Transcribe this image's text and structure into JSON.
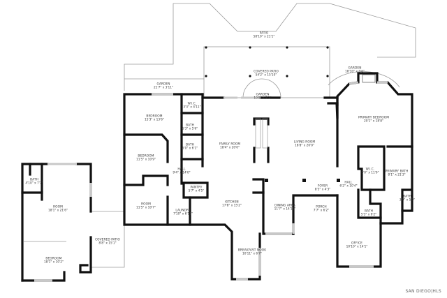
{
  "rooms": {
    "patio": {
      "name": "PATIO",
      "dims": "58'10\" x 21'1\""
    },
    "covered_patio_top": {
      "name": "COVERED PATIO",
      "dims": "54'2\" x 15'10\""
    },
    "garden_left": {
      "name": "GARDEN",
      "dims": "21'7\" x 3'11\""
    },
    "garden_center": {
      "name": "GARDEN",
      "dims": "10'8\" x 5'1\""
    },
    "garden_right": {
      "name": "GARDEN",
      "dims": "18'10\" x 5'6\""
    },
    "wic_left": {
      "name": "W.I.C.",
      "dims": "3'3\" x 4'11\""
    },
    "bedroom_1": {
      "name": "BEDROOM",
      "dims": "15'3\" x 13'6\""
    },
    "bath_1": {
      "name": "BATH",
      "dims": "5'3\" x 5'6\""
    },
    "bath_2": {
      "name": "BATH",
      "dims": "5'0\" x 6'1\""
    },
    "bedroom_2": {
      "name": "BEDROOM",
      "dims": "11'5\" x 10'9\""
    },
    "hall_left": {
      "name": "HALL",
      "dims": "9'4\" x 14'0\""
    },
    "family_room": {
      "name": "FAMILY ROOM",
      "dims": "18'4\" x 20'0\""
    },
    "living_room": {
      "name": "LIVING ROOM",
      "dims": "18'8\" x 20'0\""
    },
    "pantry": {
      "name": "PANTRY",
      "dims": "5'7\" x 4'5\""
    },
    "room_1": {
      "name": "ROOM",
      "dims": "11'5\" x 10'7\""
    },
    "laundry": {
      "name": "LAUNDRY",
      "dims": "7'10\" x 6'11\""
    },
    "kitchen": {
      "name": "KITCHEN",
      "dims": "17'8\" x 15'2\""
    },
    "dining_area": {
      "name": "DINING AREA",
      "dims": "11'7\" x 14'10\""
    },
    "foyer": {
      "name": "FOYER",
      "dims": "8'3\" x 4'3\""
    },
    "porch": {
      "name": "PORCH",
      "dims": "7'7\" x 6'2\""
    },
    "breakfast_nook": {
      "name": "BREAKFAST NOOK",
      "dims": "10'11\" x 6'7\""
    },
    "primary_bedroom": {
      "name": "PRIMARY BEDROOM",
      "dims": "20'1\" x 18'8\""
    },
    "wic_right": {
      "name": "W.I.C.",
      "dims": "6'0\" x 11'9\""
    },
    "primary_bath": {
      "name": "PRIMARY BATH",
      "dims": "8'1\" x 21'3\""
    },
    "hall_right": {
      "name": "HALL",
      "dims": "6'2\" x 10'4\""
    },
    "bath_3": {
      "name": "BATH",
      "dims": "5'3\" x 9'2\""
    },
    "bath_4": {
      "name": "BATH",
      "dims": "3'0\" x 5'0\""
    },
    "office": {
      "name": "OFFICE",
      "dims": "10'10\" x 14'1\""
    },
    "bath_adu": {
      "name": "BATH",
      "dims": "4'10\" x 7'7\""
    },
    "room_adu": {
      "name": "ROOM",
      "dims": "18'1\" x 21'6\""
    },
    "bedroom_adu": {
      "name": "BEDROOM",
      "dims": "18'1\" x 10'2\""
    },
    "covered_patio_side": {
      "name": "COVERED PATIO",
      "dims": "8'8\" x 15'1\""
    }
  },
  "logo": "SAN DIEGO|HLS",
  "colors": {
    "wall": "#111111",
    "outline": "#9a9a9a",
    "window": "#c8c8c8"
  }
}
